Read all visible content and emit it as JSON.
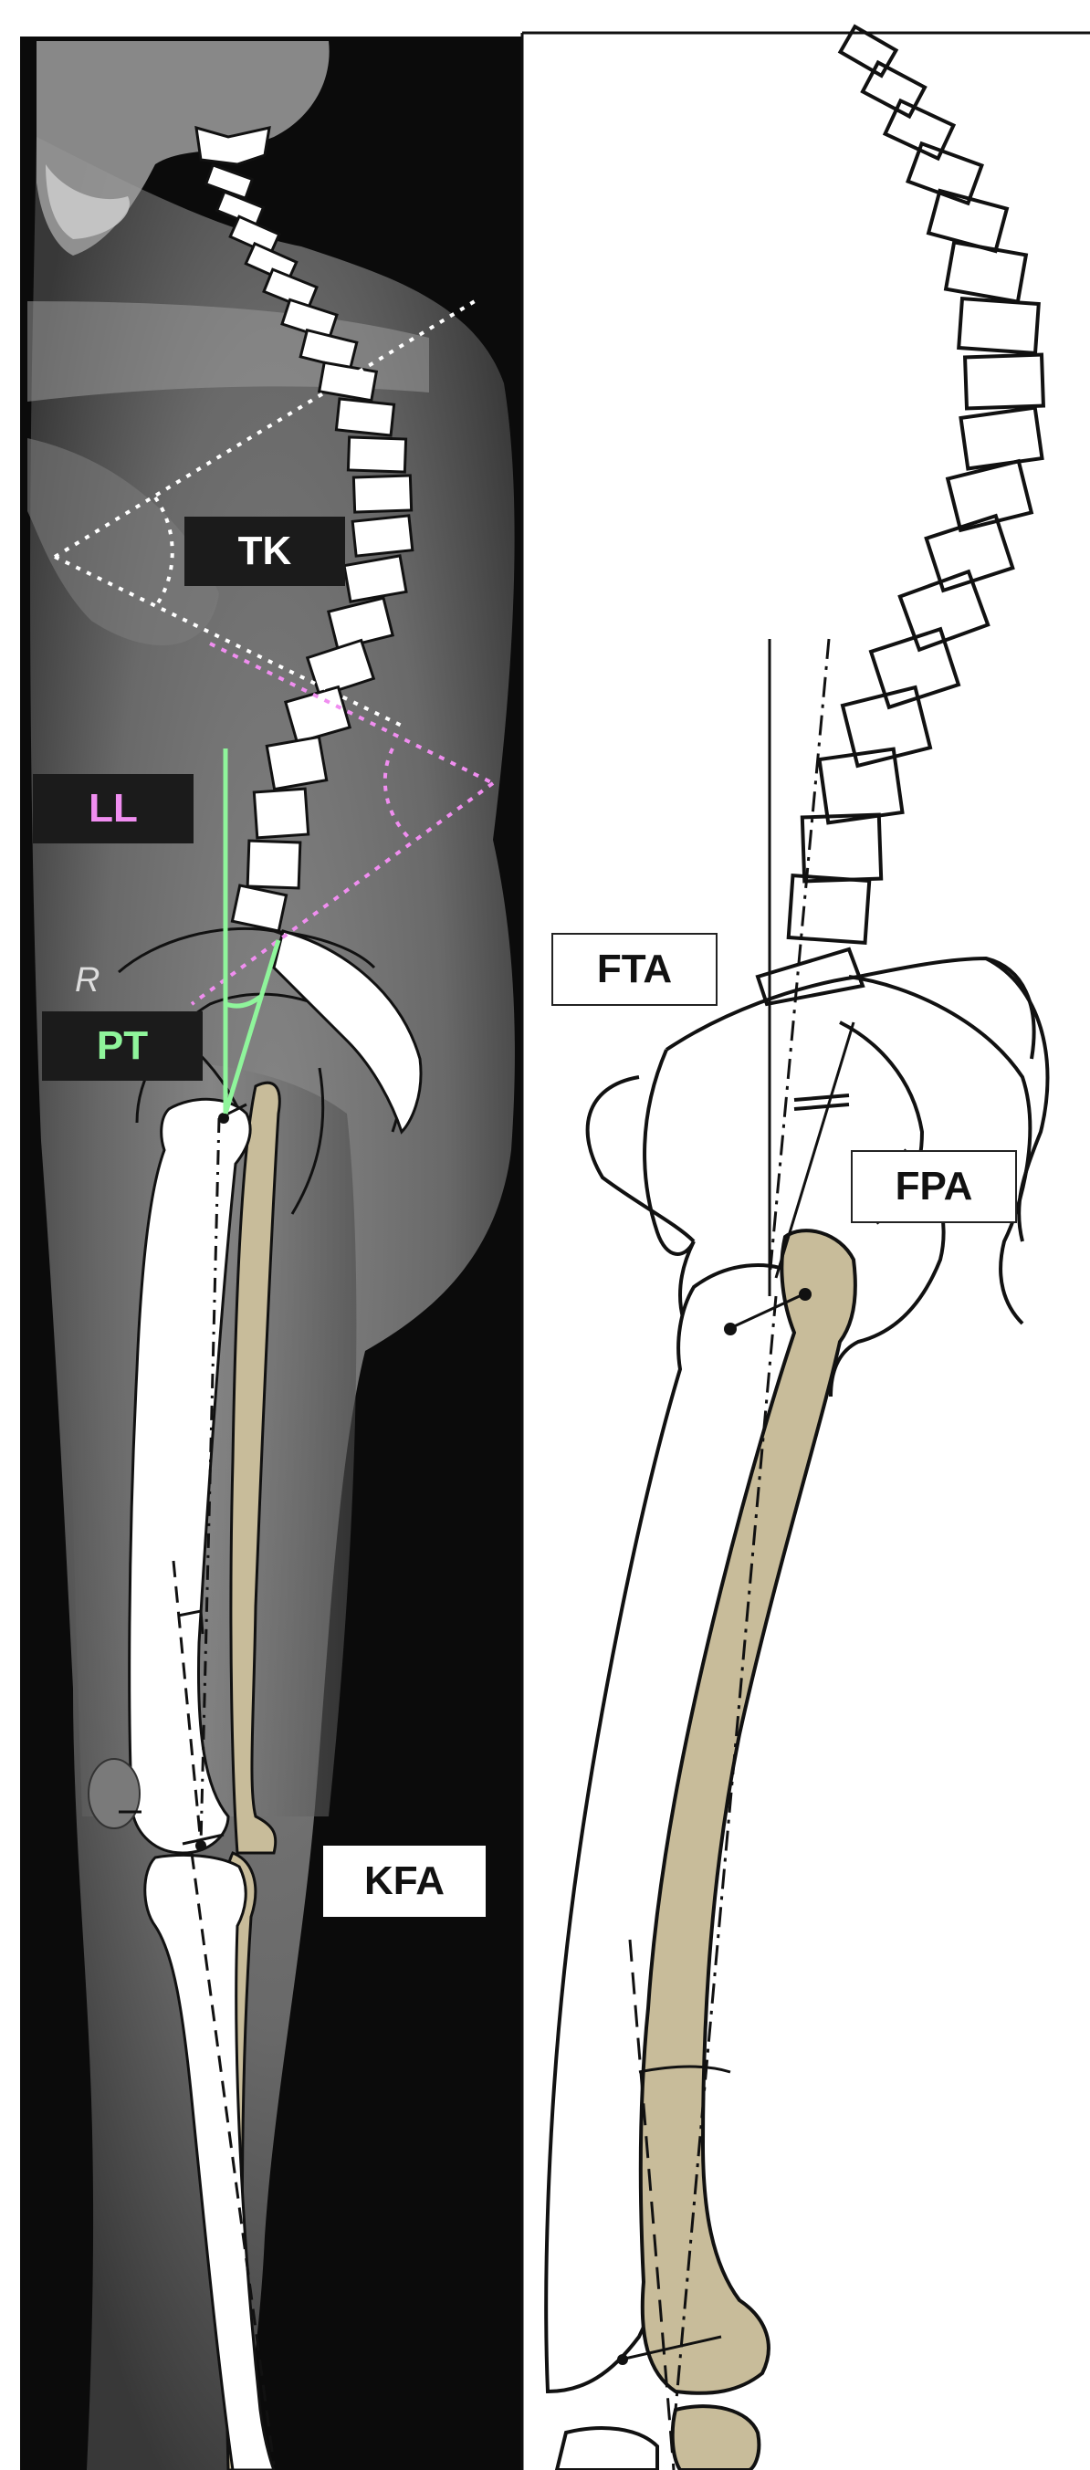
{
  "labels": {
    "tk": "TK",
    "ll": "LL",
    "pt": "PT",
    "kfa": "KFA",
    "fta": "FTA",
    "fpa": "FPA",
    "xray_marker": "R"
  },
  "colors": {
    "tk": "#ffffff",
    "ll": "#f08ef0",
    "pt": "#8ff59b",
    "bone_tan": "#c8bc9a",
    "xray_bg": "#0b0b0b"
  }
}
